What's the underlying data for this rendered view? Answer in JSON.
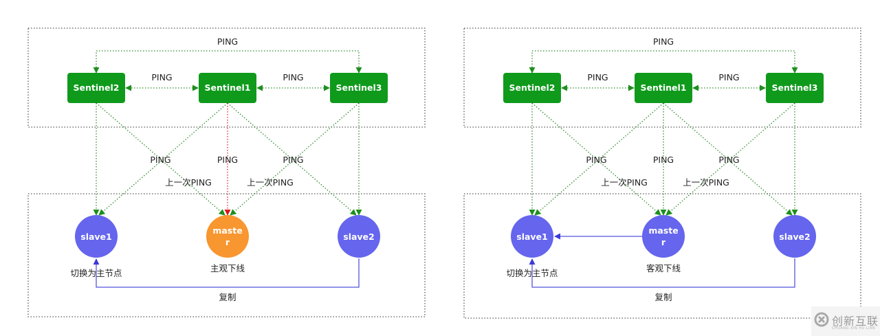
{
  "colors": {
    "sentinel": "#0f9a1c",
    "slave": "#6565ee",
    "master_subjective": "#f8962f",
    "master_objective": "#6565ee",
    "ping_line": "#2a8a2a",
    "ping_line_failed": "#e02020",
    "replication_line": "#5555dd",
    "box_border": "#555555"
  },
  "panels": [
    {
      "id": "subjective",
      "sentinels": [
        "Sentinel2",
        "Sentinel1",
        "Sentinel3"
      ],
      "top_ping_label": "PING",
      "sentinel_ping_labels": [
        "PING",
        "PING"
      ],
      "cross_ping_labels": [
        "PING",
        "PING",
        "PING"
      ],
      "last_ping_labels": [
        "上一次PING",
        "上一次PING"
      ],
      "slave1": "slave1",
      "master_line1": "maste",
      "master_line2": "r",
      "slave2": "slave2",
      "slave1_caption": "切换为主节点",
      "master_caption": "主观下线",
      "replication_label": "复制",
      "master_state": "subjective"
    },
    {
      "id": "objective",
      "sentinels": [
        "Sentinel2",
        "Sentinel1",
        "Sentinel3"
      ],
      "top_ping_label": "PING",
      "sentinel_ping_labels": [
        "PING",
        "PING"
      ],
      "cross_ping_labels": [
        "PING",
        "PING",
        "PING"
      ],
      "last_ping_labels": [
        "上一次PING",
        "上一次PING"
      ],
      "slave1": "slave1",
      "master_line1": "maste",
      "master_line2": "r",
      "slave2": "slave2",
      "slave1_caption": "切换为主节点",
      "master_caption": "客观下线",
      "replication_label": "复制",
      "master_state": "objective"
    }
  ],
  "watermark": {
    "text": "创新互联",
    "subtext": "CHUANG XIN HU LIAN"
  }
}
